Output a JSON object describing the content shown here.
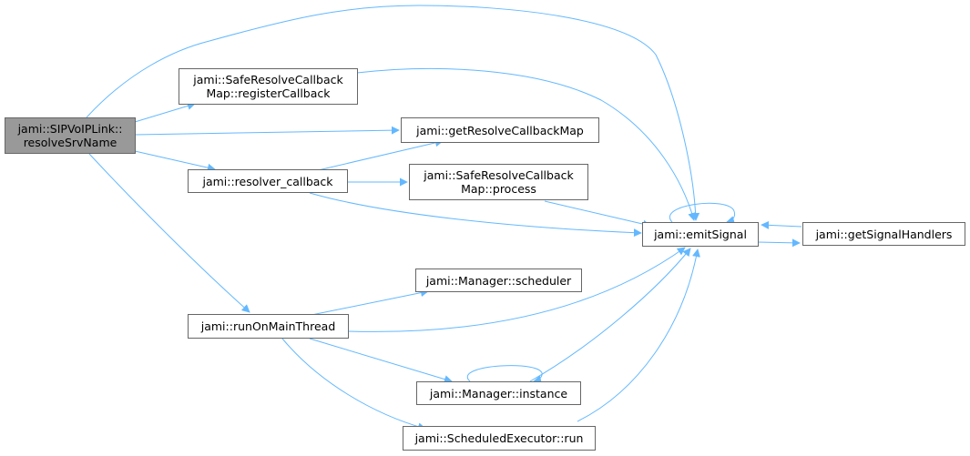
{
  "nodes": [
    {
      "id": "root",
      "lines": [
        "jami::SIPVoIPLink::",
        "resolveSrvName"
      ]
    },
    {
      "id": "register",
      "lines": [
        "jami::SafeResolveCallback",
        "Map::registerCallback"
      ]
    },
    {
      "id": "getmap",
      "lines": [
        "jami::getResolveCallbackMap"
      ]
    },
    {
      "id": "resolver",
      "lines": [
        "jami::resolver_callback"
      ]
    },
    {
      "id": "process",
      "lines": [
        "jami::SafeResolveCallback",
        "Map::process"
      ]
    },
    {
      "id": "emit",
      "lines": [
        "jami::emitSignal"
      ]
    },
    {
      "id": "handlers",
      "lines": [
        "jami::getSignalHandlers"
      ]
    },
    {
      "id": "scheduler",
      "lines": [
        "jami::Manager::scheduler"
      ]
    },
    {
      "id": "runmain",
      "lines": [
        "jami::runOnMainThread"
      ]
    },
    {
      "id": "instance",
      "lines": [
        "jami::Manager::instance"
      ]
    },
    {
      "id": "run",
      "lines": [
        "jami::ScheduledExecutor::run"
      ]
    }
  ],
  "edges": [
    [
      "root",
      "register"
    ],
    [
      "root",
      "getmap"
    ],
    [
      "root",
      "resolver"
    ],
    [
      "root",
      "runmain"
    ],
    [
      "root",
      "emit"
    ],
    [
      "register",
      "emit"
    ],
    [
      "resolver",
      "getmap"
    ],
    [
      "resolver",
      "process"
    ],
    [
      "resolver",
      "emit"
    ],
    [
      "process",
      "emit"
    ],
    [
      "emit",
      "emit"
    ],
    [
      "emit",
      "handlers"
    ],
    [
      "handlers",
      "emit"
    ],
    [
      "runmain",
      "scheduler"
    ],
    [
      "runmain",
      "emit"
    ],
    [
      "runmain",
      "instance"
    ],
    [
      "runmain",
      "run"
    ],
    [
      "instance",
      "instance"
    ],
    [
      "instance",
      "emit"
    ],
    [
      "run",
      "emit"
    ]
  ],
  "colors": {
    "edge": "#63b8ff",
    "root_fill": "#999999",
    "border": "#666666"
  }
}
